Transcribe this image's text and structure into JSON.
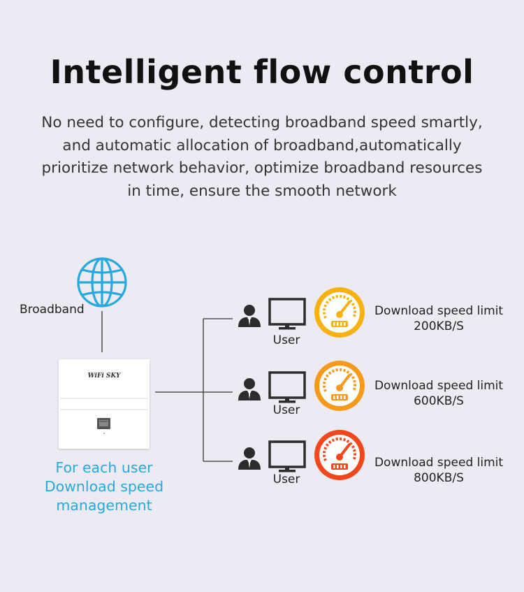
{
  "title": "Intelligent flow control",
  "description": [
    "No need to configure, detecting broadband speed smartly,",
    "and automatic allocation of broadband,automatically",
    "prioritize network behavior, optimize broadband resources",
    "in time, ensure the smooth network"
  ],
  "broadband_label": "Broadband",
  "device_brand": "WiFi SKY",
  "management_text": [
    "For each user",
    "Download speed",
    "management"
  ],
  "colors": {
    "accent_blue": "#27a9dd",
    "gauge_1": "#f7b212",
    "gauge_2": "#f59a1b",
    "gauge_3": "#f2461c"
  },
  "icons": [
    "globe-icon",
    "router-device",
    "ethernet-port-icon",
    "user-icon",
    "monitor-icon",
    "speedometer-icon"
  ],
  "users": [
    {
      "label": "User",
      "limit_text": "Download speed limit",
      "limit_value": "200KB/S",
      "color": "#f7b212"
    },
    {
      "label": "User",
      "limit_text": "Download speed limit",
      "limit_value": "600KB/S",
      "color": "#f59a1b"
    },
    {
      "label": "User",
      "limit_text": "Download speed limit",
      "limit_value": "800KB/S",
      "color": "#f2461c"
    }
  ]
}
